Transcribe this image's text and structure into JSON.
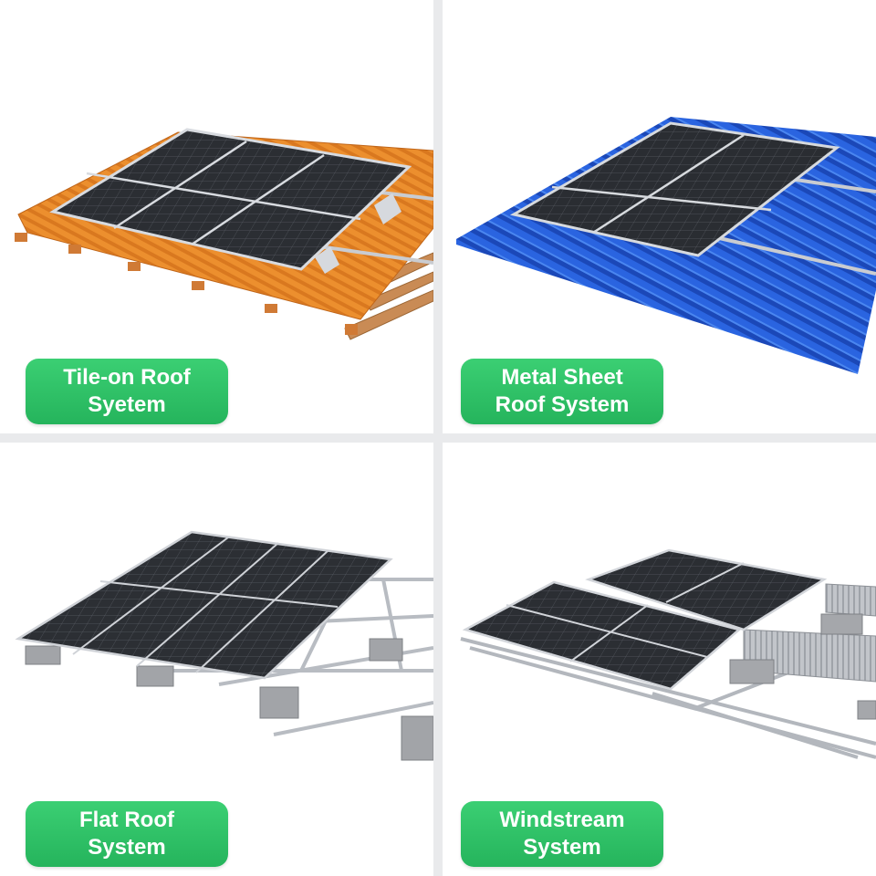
{
  "panels": [
    {
      "id": "tile-on-roof",
      "label_line1": "Tile-on Roof",
      "label_line2": "Syetem"
    },
    {
      "id": "metal-sheet-roof",
      "label_line1": "Metal Sheet",
      "label_line2": "Roof System"
    },
    {
      "id": "flat-roof",
      "label_line1": "Flat Roof",
      "label_line2": "System"
    },
    {
      "id": "windstream",
      "label_line1": "Windstream",
      "label_line2": "System"
    }
  ],
  "colors": {
    "badge_green": "#2ec266",
    "tile_orange": "#e9892a",
    "metal_blue": "#1f5bd8",
    "panel_dark": "#2a2c30",
    "ballast_grey": "#9c9ea2"
  }
}
